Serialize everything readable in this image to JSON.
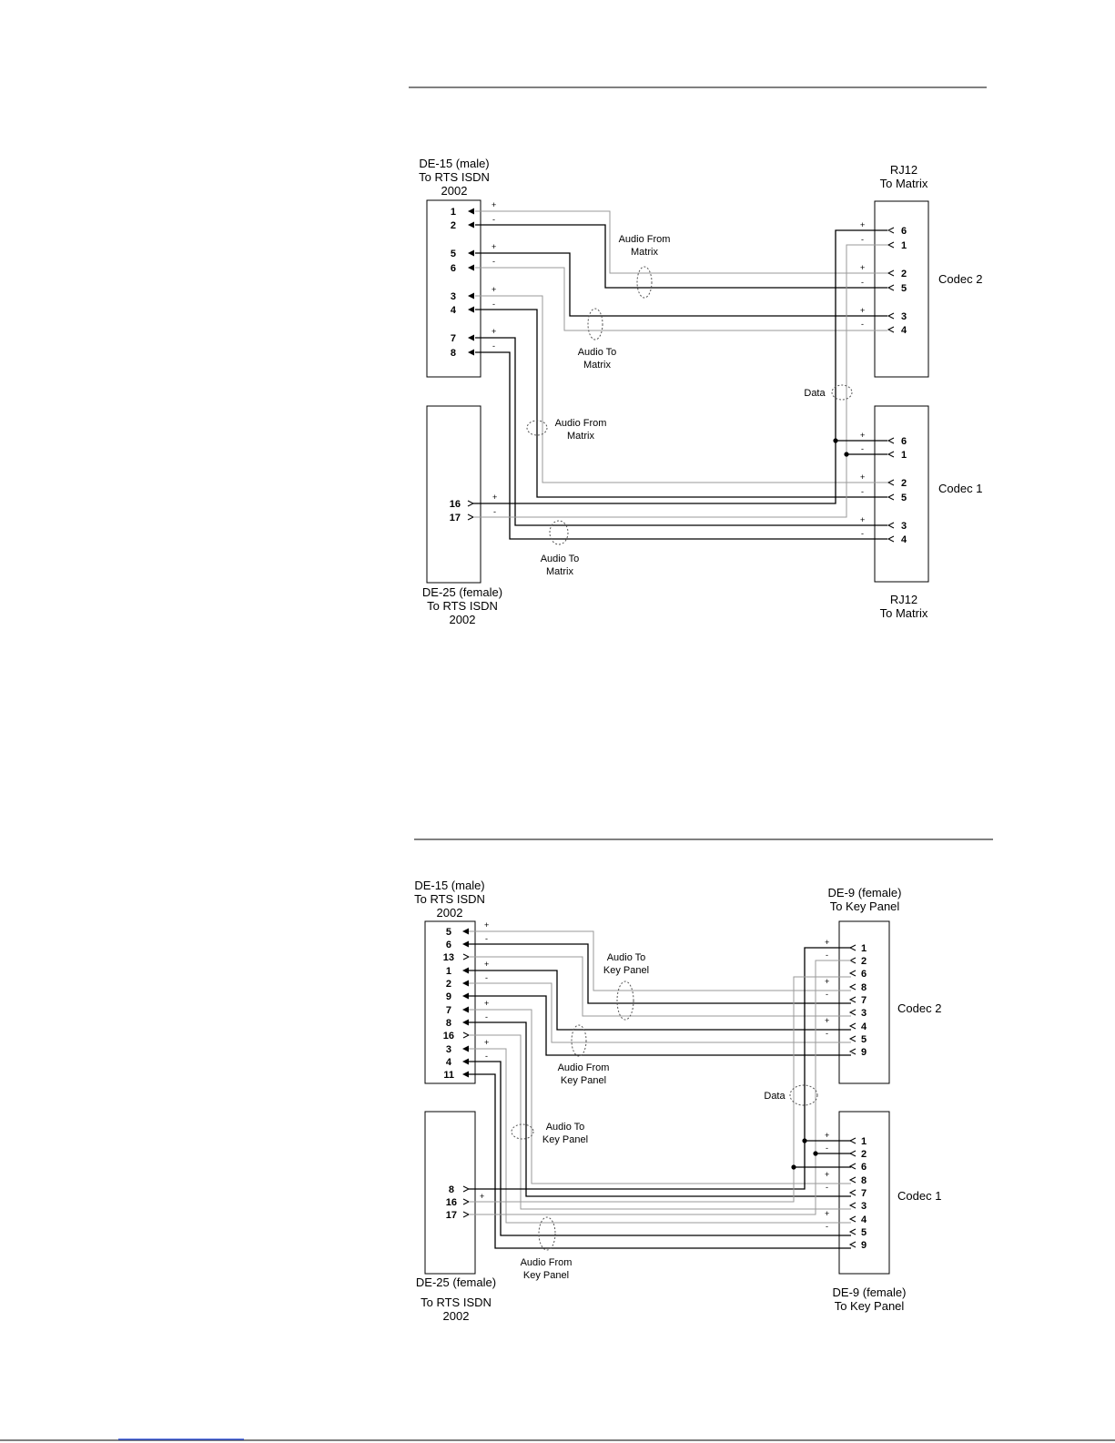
{
  "diagram1": {
    "de15": {
      "l1": "DE-15 (male)",
      "l2": "To RTS ISDN",
      "l3": "2002",
      "pins": [
        "1",
        "2",
        "5",
        "6",
        "3",
        "4",
        "7",
        "8"
      ]
    },
    "de25": {
      "l1": "DE-25 (female)",
      "l2": "To RTS ISDN",
      "l3": "2002",
      "pins": [
        "16",
        "17"
      ]
    },
    "rj_top": {
      "l1": "RJ12",
      "l2": "To Matrix"
    },
    "rj_bottom": {
      "l1": "RJ12",
      "l2": "To Matrix"
    },
    "codec2": {
      "label": "Codec 2",
      "pins": [
        "6",
        "1",
        "2",
        "5",
        "3",
        "4"
      ]
    },
    "codec1": {
      "label": "Codec 1",
      "pins": [
        "6",
        "1",
        "2",
        "5",
        "3",
        "4"
      ]
    },
    "cables": {
      "c1a": "Audio From",
      "c1b": "Matrix",
      "c2a": "Audio To",
      "c2b": "Matrix",
      "c3a": "Audio From",
      "c3b": "Matrix",
      "c4a": "Audio To",
      "c4b": "Matrix",
      "data": "Data"
    },
    "plus": "+",
    "minus": "-"
  },
  "diagram2": {
    "de15": {
      "l1": "DE-15 (male)",
      "l2": "To RTS ISDN",
      "l3": "2002",
      "pins": [
        "5",
        "6",
        "13",
        "1",
        "2",
        "9",
        "7",
        "8",
        "16",
        "3",
        "4",
        "11"
      ]
    },
    "de25": {
      "l1": "DE-25 (female)",
      "l2": "To RTS ISDN",
      "l3": "2002",
      "pins": [
        "8",
        "16",
        "17"
      ]
    },
    "de9_top": {
      "l1": "DE-9 (female)",
      "l2": "To Key Panel"
    },
    "de9_bottom": {
      "l1": "DE-9 (female)",
      "l2": "To Key Panel"
    },
    "codec2": {
      "label": "Codec 2",
      "pins": [
        "1",
        "2",
        "6",
        "8",
        "7",
        "3",
        "4",
        "5",
        "9"
      ]
    },
    "codec1": {
      "label": "Codec 1",
      "pins": [
        "1",
        "2",
        "6",
        "8",
        "7",
        "3",
        "4",
        "5",
        "9"
      ]
    },
    "cables": {
      "c1a": "Audio To",
      "c1b": "Key Panel",
      "c2a": "Audio From",
      "c2b": "Key Panel",
      "c3a": "Audio To",
      "c3b": "Key Panel",
      "c4a": "Audio From",
      "c4b": "Key Panel",
      "data": "Data"
    }
  }
}
